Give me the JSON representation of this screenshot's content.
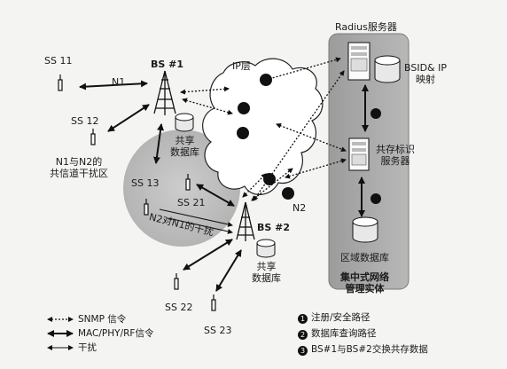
{
  "nodes": {
    "ss11": "SS 11",
    "ss12": "SS 12",
    "ss13": "SS 13",
    "ss21": "SS 21",
    "ss22": "SS 22",
    "ss23": "SS 23",
    "bs1": "BS #1",
    "bs2": "BS #2",
    "db1": "共享\n数据库",
    "db2": "共享\n数据库",
    "radius": "Radius服务器",
    "bsid_map": "BSID& IP\n映射",
    "shared_id": "共存标识\n服务器",
    "regional_db": "区域数据库",
    "entity": "集中式网络\n管理实体"
  },
  "labels": {
    "n1": "N1",
    "n2": "N2",
    "ip_layer": "IP层",
    "cochannel": "N1与N2的\n共信道干扰区",
    "n2_to_n1": "N2对N1的干扰"
  },
  "legend_left": [
    {
      "icon": "dotted-double-arrow",
      "text": "SNMP 信令"
    },
    {
      "icon": "solid-thick-double-arrow",
      "text": "MAC/PHY/RF信令"
    },
    {
      "icon": "thin-double-arrow",
      "text": "干扰"
    }
  ],
  "legend_right": [
    {
      "num": "1",
      "text": "注册/安全路径"
    },
    {
      "num": "2",
      "text": "数据库查询路径"
    },
    {
      "num": "3",
      "text": "BS#1与BS#2交换共存数据"
    }
  ]
}
